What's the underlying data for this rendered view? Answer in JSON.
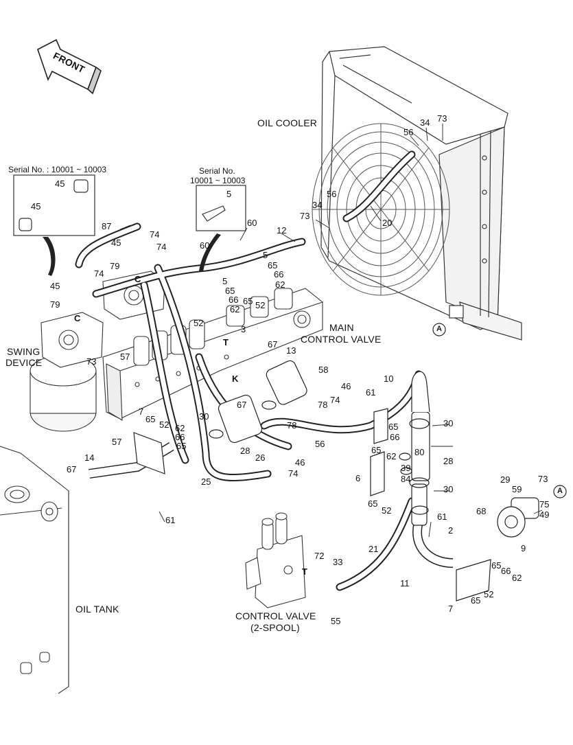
{
  "labels": {
    "front": "FRONT",
    "oil_cooler": "OIL COOLER",
    "main_control_valve_1": "MAIN",
    "main_control_valve_2": "CONTROL VALVE",
    "swing_device_1": "SWING",
    "swing_device_2": "DEVICE",
    "oil_tank": "OIL TANK",
    "control_valve_1": "CONTROL VALVE",
    "control_valve_2": "(2-SPOOL)",
    "serial_left": "Serial No. : 10001 ~ 10003",
    "serial_mid_1": "Serial No.",
    "serial_mid_2": "10001 ~ 10003",
    "port_t1": "T",
    "port_k": "K",
    "port_t2": "T",
    "port_c1": "C",
    "port_c2": "C",
    "ref_a1": "A",
    "ref_a2": "A"
  },
  "parts": [
    "73",
    "34",
    "56",
    "20",
    "56",
    "34",
    "73",
    "5",
    "60",
    "12",
    "45",
    "45",
    "87",
    "74",
    "45",
    "74",
    "79",
    "74",
    "45",
    "79",
    "73",
    "60",
    "5",
    "65",
    "66",
    "62",
    "5",
    "65",
    "66",
    "62",
    "65",
    "52",
    "52",
    "3",
    "67",
    "13",
    "58",
    "57",
    "46",
    "10",
    "78",
    "74",
    "61",
    "67",
    "30",
    "78",
    "46",
    "74",
    "26",
    "56",
    "30",
    "65",
    "66",
    "28",
    "7",
    "65",
    "52",
    "62",
    "66",
    "65",
    "57",
    "14",
    "67",
    "25",
    "61",
    "6",
    "65",
    "62",
    "80",
    "39",
    "84",
    "65",
    "52",
    "28",
    "30",
    "29",
    "59",
    "73",
    "75",
    "49",
    "68",
    "9",
    "61",
    "2",
    "21",
    "72",
    "33",
    "55",
    "11",
    "65",
    "66",
    "62",
    "52",
    "65",
    "7"
  ]
}
